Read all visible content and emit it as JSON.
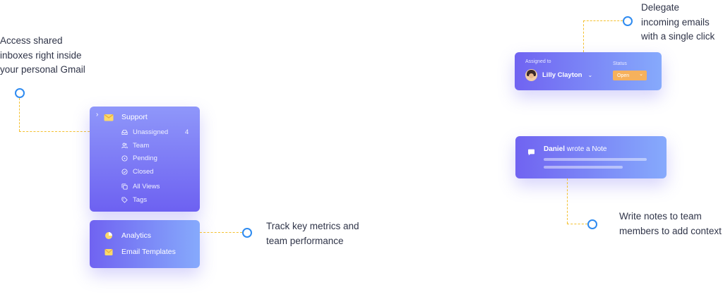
{
  "captions": {
    "shared_inboxes": [
      "Access shared",
      "inboxes right inside",
      "your personal Gmail"
    ],
    "metrics": [
      "Track key metrics and",
      "team performance"
    ],
    "delegate": [
      "Delegate",
      "incoming emails",
      "with a single click"
    ],
    "notes": [
      "Write notes to team",
      "members to add context"
    ]
  },
  "sidebar": {
    "inbox_label": "Support",
    "items": [
      {
        "label": "Unassigned",
        "count": "4",
        "icon": "inbox-icon"
      },
      {
        "label": "Team",
        "icon": "users-icon"
      },
      {
        "label": "Pending",
        "icon": "clock-icon"
      },
      {
        "label": "Closed",
        "icon": "check-circle-icon"
      },
      {
        "label": "All Views",
        "icon": "copy-icon"
      },
      {
        "label": "Tags",
        "icon": "tag-icon"
      }
    ]
  },
  "extras": {
    "items": [
      {
        "label": "Analytics",
        "icon": "pie-chart-icon"
      },
      {
        "label": "Email Templates",
        "icon": "envelope-icon"
      }
    ]
  },
  "assign": {
    "assigned_label": "Assigned to",
    "assignee": "Lilly Clayton",
    "status_label": "Status",
    "status_value": "Open"
  },
  "note": {
    "author": "Daniel",
    "action": "wrote a Note"
  },
  "colors": {
    "accent_blue": "#2f8bf0",
    "connector_yellow": "#f4c02e",
    "card_purple": "#6d61f1",
    "card_blue": "#86aafc",
    "status_orange": "#f6b15c"
  }
}
